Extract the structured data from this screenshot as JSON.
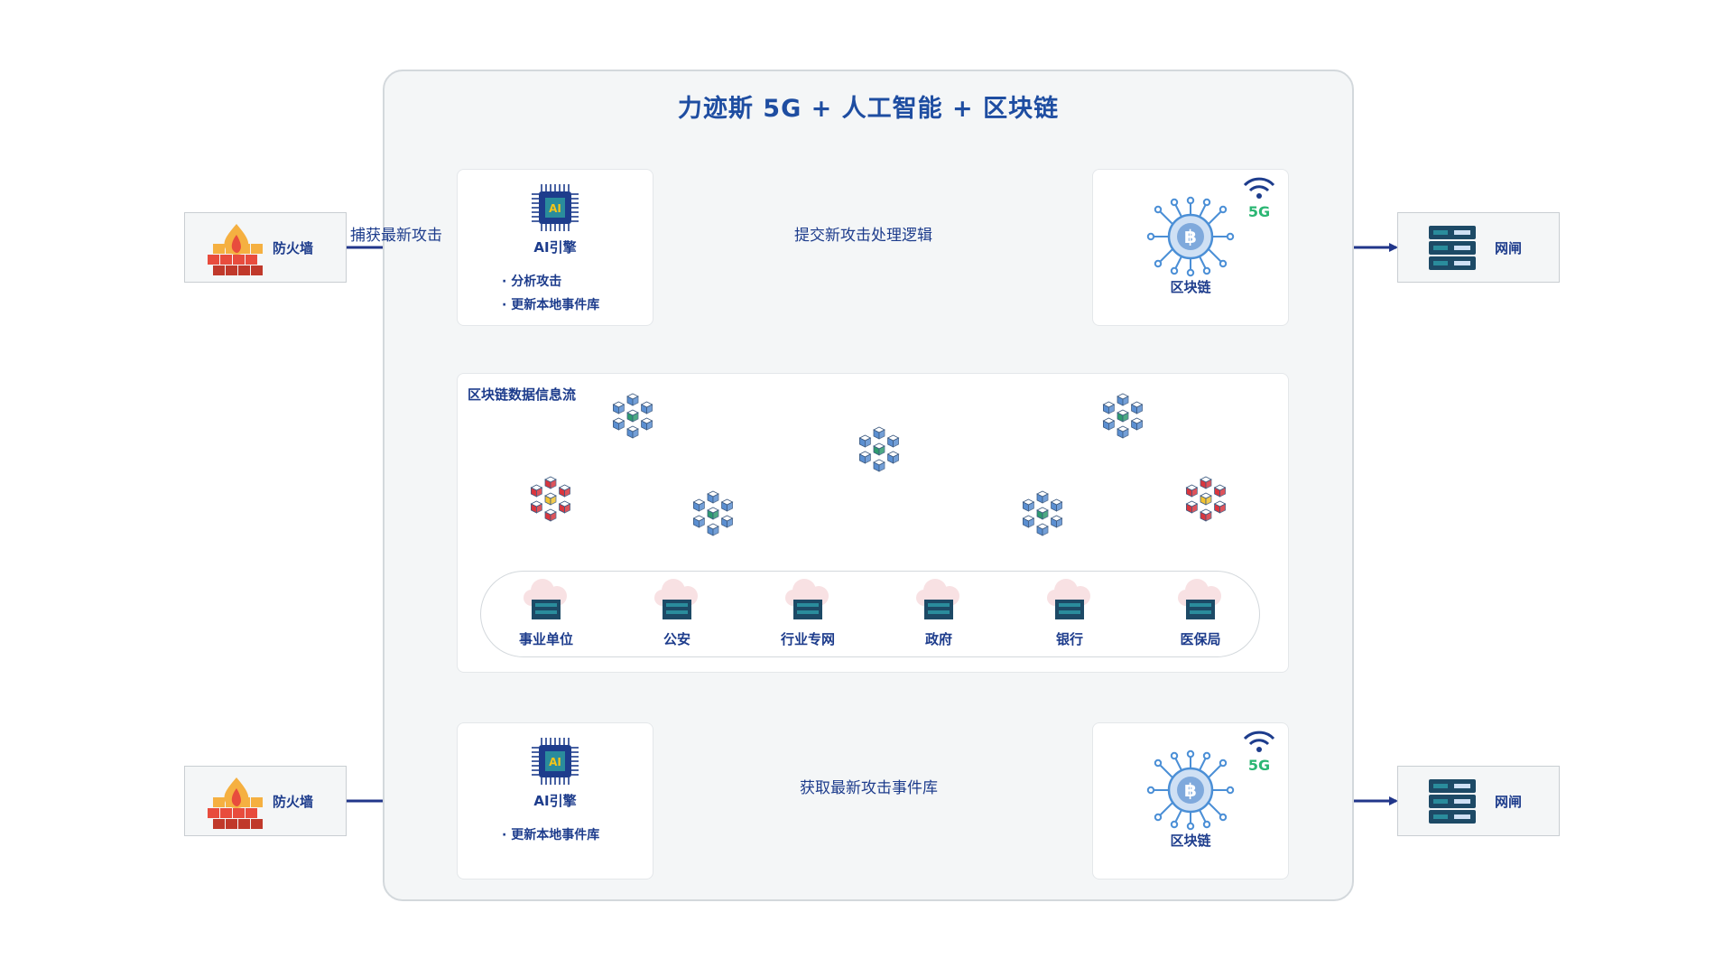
{
  "title": "力迹斯 5G + 人工智能 + 区块链",
  "top_row": {
    "firewall_label": "防火墙",
    "edge_capture_label": "捕获最新攻击",
    "ai_engine": {
      "label": "AI引擎",
      "chip_text": "AI",
      "bullets": [
        "· 分析攻击",
        "· 更新本地事件库"
      ]
    },
    "edge_submit_label": "提交新攻击处理逻辑",
    "blockchain": {
      "label": "区块链",
      "badge": "5G"
    },
    "gateway_label": "网闸"
  },
  "middle": {
    "flow_title": "区块链数据信息流",
    "orgs": [
      "事业单位",
      "公安",
      "行业专网",
      "政府",
      "银行",
      "医保局"
    ]
  },
  "bottom_row": {
    "firewall_label": "防火墙",
    "ai_engine": {
      "label": "AI引擎",
      "chip_text": "AI",
      "bullets": [
        "· 更新本地事件库"
      ]
    },
    "edge_fetch_label": "获取最新攻击事件库",
    "blockchain": {
      "label": "区块链",
      "badge": "5G"
    },
    "gateway_label": "网闸"
  },
  "colors": {
    "title_blue": "#1e4da1",
    "text_navy": "#1d3c8c",
    "arrow_navy": "#21368a",
    "alert_red": "#e84c3d",
    "accent_green": "#2bb673",
    "circuit_blue": "#4b8fd6",
    "cube_blue": "#5b8fd1",
    "cube_red": "#d9363e",
    "cube_green": "#2e9b6f",
    "cube_yellow": "#f2c230"
  },
  "icons": [
    "firewall-icon",
    "ai-chip-icon",
    "bitcoin-circuit-icon",
    "wifi-icon",
    "server-rack-icon",
    "cloud-server-icon",
    "cube-cluster-icon"
  ]
}
